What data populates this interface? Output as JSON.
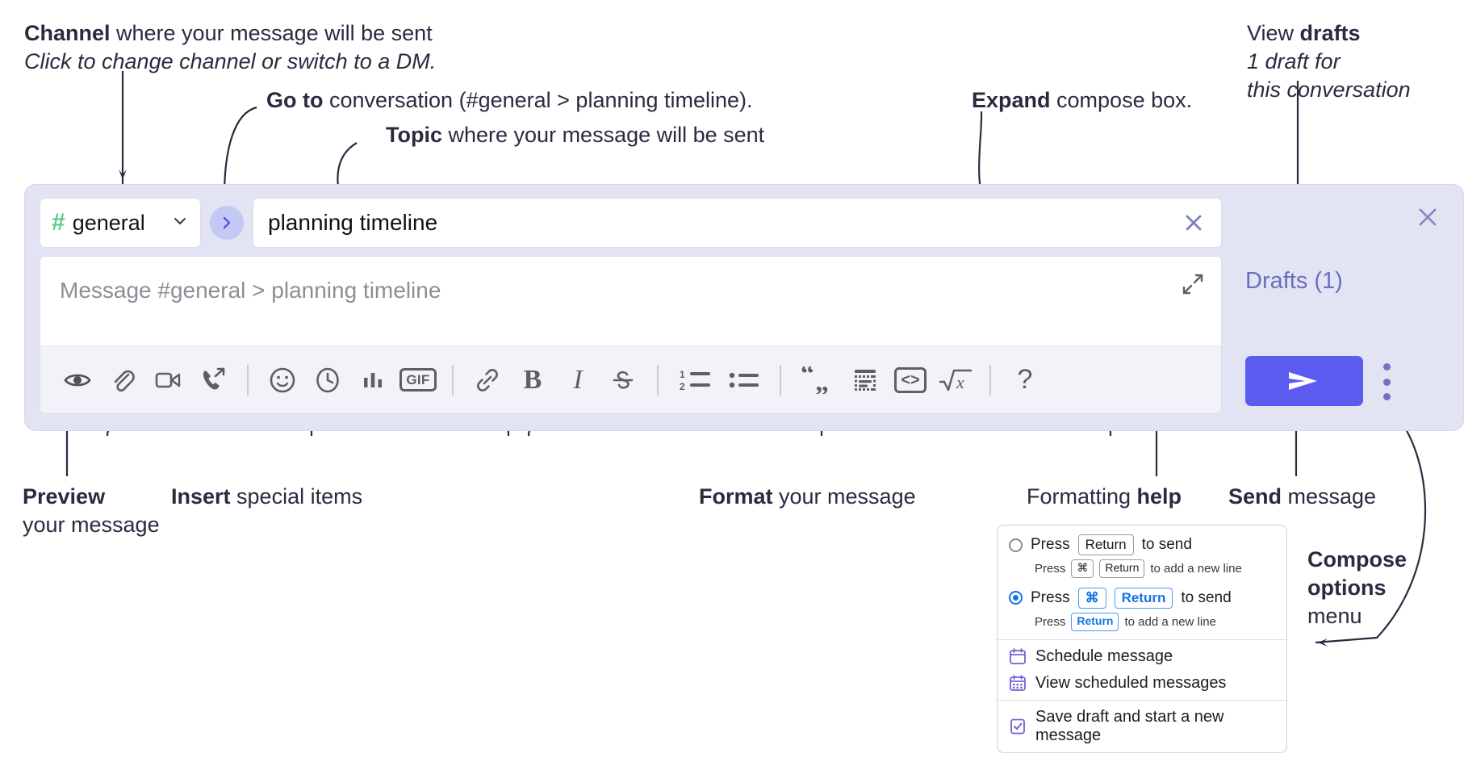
{
  "annotations": {
    "channel": {
      "bold": "Channel",
      "rest": " where your message will be sent",
      "italic": "Click to change channel or switch to a DM."
    },
    "goto": {
      "bold": "Go to",
      "rest": " conversation (#general > planning timeline)."
    },
    "topic": {
      "bold": "Topic",
      "rest": " where your message will be sent"
    },
    "expand": {
      "bold": "Expand",
      "rest": " compose box."
    },
    "drafts": {
      "lead": "View ",
      "bold": "drafts",
      "italic1": "1 draft for",
      "italic2": "this conversation"
    },
    "preview": {
      "bold": "Preview",
      "rest": "your message"
    },
    "insert": {
      "bold": "Insert",
      "rest": " special items"
    },
    "format": {
      "bold": "Format",
      "rest": " your message"
    },
    "formatting_help": {
      "lead": "Formatting ",
      "bold": "help"
    },
    "send": {
      "bold": "Send",
      "rest": " message"
    },
    "compose_options": {
      "bold1": "Compose",
      "bold2": "options",
      "rest": "menu"
    }
  },
  "compose": {
    "channel": {
      "name": "general",
      "hash": "#",
      "icon": "hash-icon",
      "chevron": "chevron-down-icon"
    },
    "goto_button": {
      "icon": "chevron-right-icon"
    },
    "topic": {
      "value": "planning timeline",
      "clear_icon": "close-icon"
    },
    "message": {
      "placeholder": "Message #general > planning timeline",
      "value": ""
    },
    "expand_icon": "expand-icon",
    "panel_close_icon": "close-icon",
    "drafts_label": "Drafts (1)",
    "send_icon": "send-paper-plane-icon",
    "more_icon": "kebab-menu-icon",
    "toolbar": [
      {
        "name": "preview-button",
        "icon": "eye-icon",
        "group": "insert"
      },
      {
        "name": "attach-button",
        "icon": "paperclip-icon",
        "group": "insert"
      },
      {
        "name": "video-button",
        "icon": "video-camera-icon",
        "group": "insert"
      },
      {
        "name": "call-button",
        "icon": "phone-arrow-icon",
        "group": "insert"
      },
      {
        "name": "emoji-button",
        "icon": "smiley-icon",
        "group": "insert"
      },
      {
        "name": "reminder-button",
        "icon": "clock-icon",
        "group": "insert"
      },
      {
        "name": "poll-button",
        "icon": "bar-chart-icon",
        "group": "insert"
      },
      {
        "name": "gif-button",
        "icon": "gif-icon",
        "label": "GIF",
        "group": "insert"
      },
      {
        "name": "link-button",
        "icon": "link-icon",
        "group": "format"
      },
      {
        "name": "bold-button",
        "icon": "bold-icon",
        "label": "B",
        "group": "format"
      },
      {
        "name": "italic-button",
        "icon": "italic-icon",
        "label": "I",
        "group": "format"
      },
      {
        "name": "strikethrough-button",
        "icon": "strikethrough-icon",
        "label": "S",
        "group": "format"
      },
      {
        "name": "ordered-list-button",
        "icon": "ordered-list-icon",
        "group": "format"
      },
      {
        "name": "bullet-list-button",
        "icon": "bullet-list-icon",
        "group": "format"
      },
      {
        "name": "quote-button",
        "icon": "quote-icon",
        "group": "format"
      },
      {
        "name": "code-block-button",
        "icon": "code-block-icon",
        "group": "format"
      },
      {
        "name": "inline-code-button",
        "icon": "code-brackets-icon",
        "group": "format"
      },
      {
        "name": "math-button",
        "icon": "square-root-x-icon",
        "group": "format"
      },
      {
        "name": "help-button",
        "icon": "question-mark-icon",
        "label": "?",
        "group": "help"
      }
    ]
  },
  "options_menu": {
    "send_options": [
      {
        "selected": false,
        "line": {
          "pre": "Press",
          "key": "Return",
          "post": "to send"
        },
        "sub": {
          "pre": "Press",
          "key1": "⌘",
          "key2": "Return",
          "post": "to add a new line"
        }
      },
      {
        "selected": true,
        "line": {
          "pre": "Press",
          "key1": "⌘",
          "key2": "Return",
          "post": "to send"
        },
        "sub": {
          "pre": "Press",
          "key": "Return",
          "post": "to add a new line"
        }
      }
    ],
    "items": [
      {
        "label": "Schedule message",
        "icon": "calendar-clock-icon"
      },
      {
        "label": "View scheduled messages",
        "icon": "calendar-grid-icon"
      },
      {
        "label": "Save draft and start a new message",
        "icon": "document-check-icon"
      }
    ]
  },
  "colors": {
    "panel_bg": "#e2e3f3",
    "accent_send": "#5b5bf0",
    "drafts_text": "#6a6fbe",
    "hash_green": "#5ec98f",
    "goto_bg": "#c3c9f4",
    "toolbar_bg": "#f2f3f8",
    "annotation_text": "#2b2b40",
    "key_blue": "#1673e6"
  }
}
